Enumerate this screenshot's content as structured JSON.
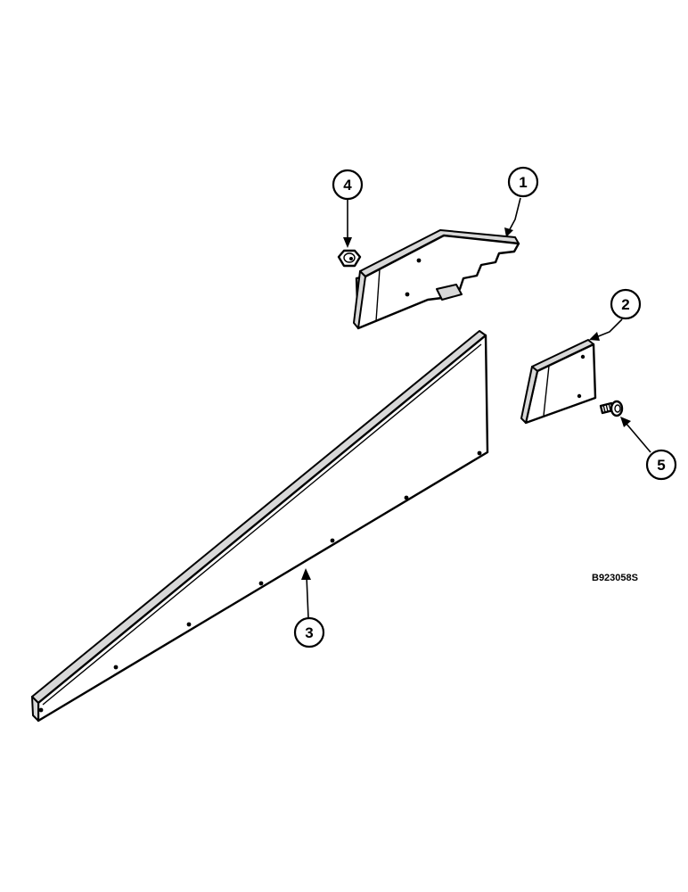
{
  "reference_code": "B923058S",
  "callouts": [
    {
      "label": "1"
    },
    {
      "label": "2"
    },
    {
      "label": "3"
    },
    {
      "label": "4"
    },
    {
      "label": "5"
    }
  ]
}
